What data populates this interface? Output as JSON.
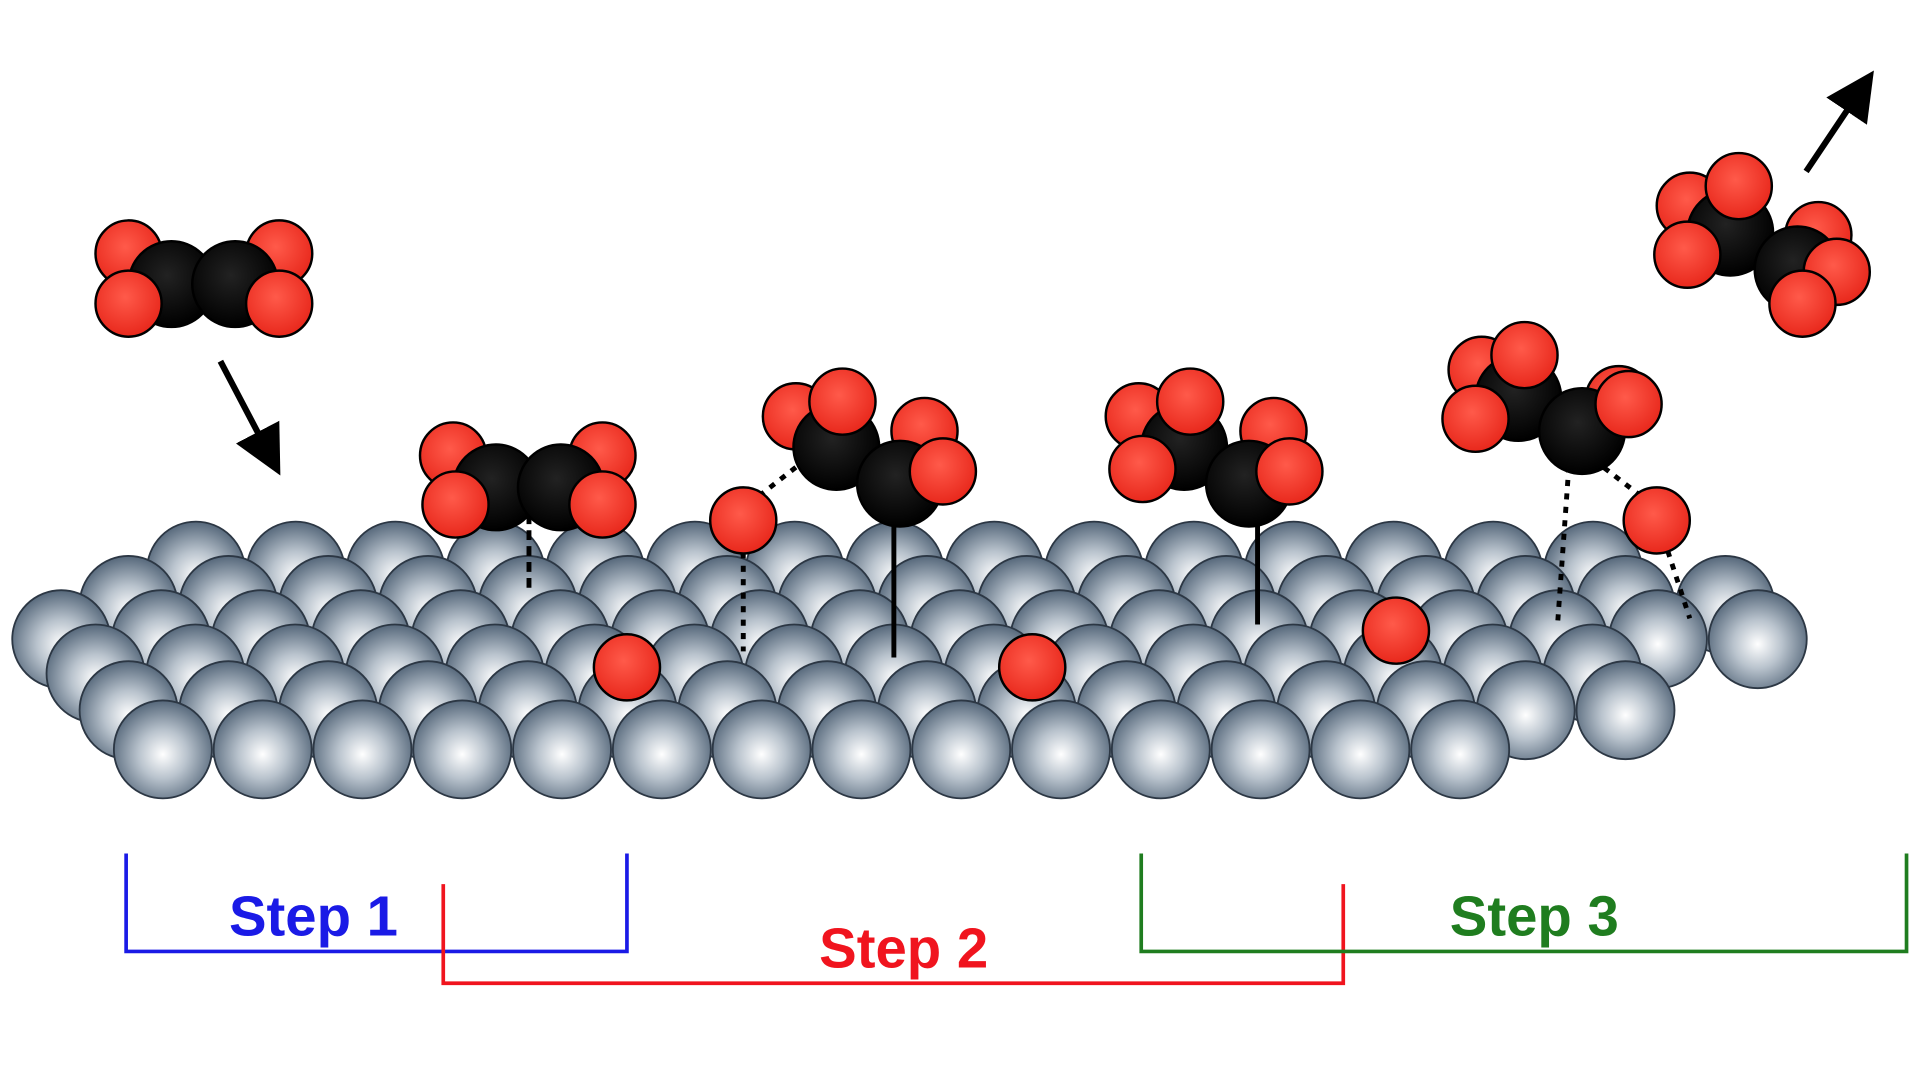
{
  "steps": [
    {
      "label": "Step 1",
      "color": "#1a1ae6"
    },
    {
      "label": "Step 2",
      "color": "#f0141e"
    },
    {
      "label": "Step 3",
      "color": "#1f7d1f"
    }
  ],
  "colors": {
    "oxygen": "#f2392b",
    "carbon": "#000000",
    "surface": "#6f8193"
  }
}
